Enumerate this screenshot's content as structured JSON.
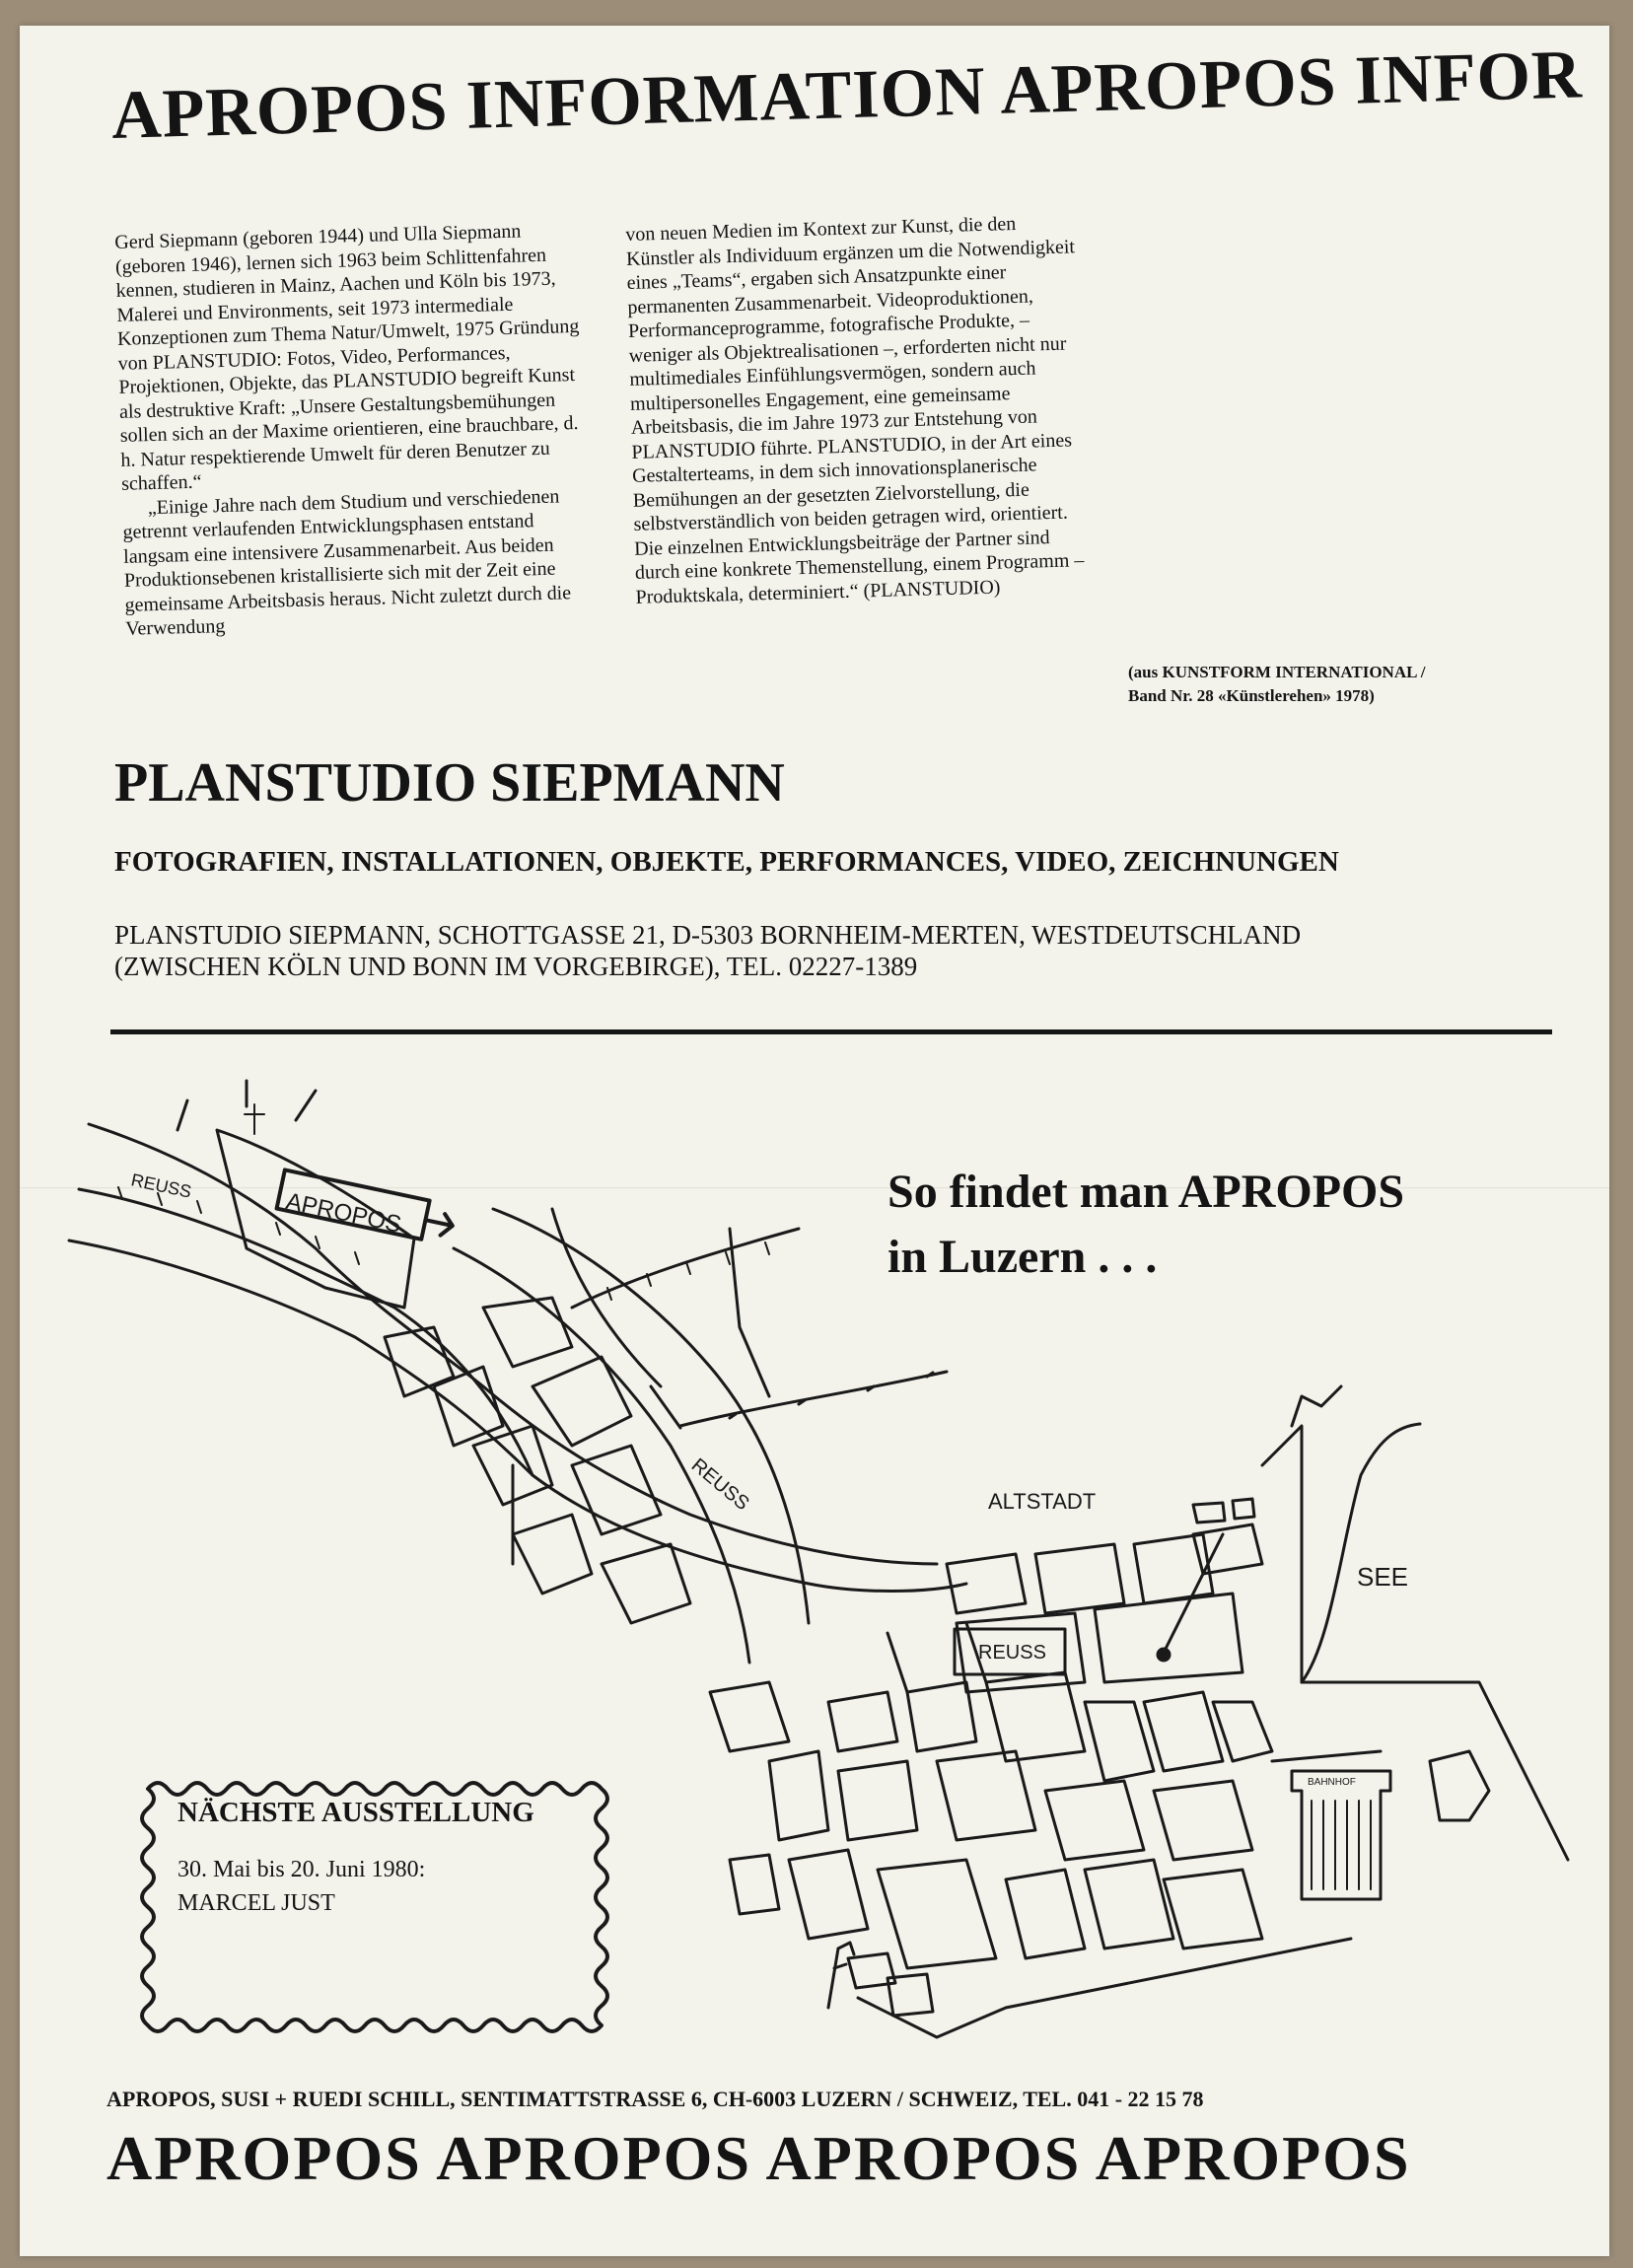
{
  "headline": "APROPOS INFORMATION APROPOS INFOR",
  "column_left": [
    "Gerd Siepmann (geboren 1944) und Ulla Siepmann (geboren 1946), lernen sich 1963 beim Schlittenfahren kennen, studieren in Mainz, Aachen und Köln bis 1973, Malerei und Environments, seit 1973 intermediale Konzeptionen zum Thema Natur/Umwelt, 1975 Gründung von PLANSTUDIO: Fotos, Video, Performances, Projektionen, Objekte, das PLANSTUDIO begreift Kunst als destruktive Kraft: „Unsere Gestaltungsbemühungen sollen sich an der Maxime orientieren, eine brauchbare, d. h. Natur respektierende Umwelt für deren Benutzer zu schaffen.“",
    "„Einige Jahre nach dem Studium und verschiedenen getrennt verlaufenden Entwicklungsphasen entstand langsam eine intensivere Zusammenarbeit. Aus beiden Produktionsebenen kristallisierte sich mit der Zeit eine gemeinsame Arbeitsbasis heraus. Nicht zuletzt durch die Verwendung"
  ],
  "column_right": "von neuen Medien im Kontext zur Kunst, die den Künstler als Individuum ergänzen um die Notwendigkeit eines „Teams“, ergaben sich Ansatzpunkte einer permanenten Zusammenarbeit. Videoproduktionen, Performanceprogramme, fotografische Produkte, – weniger als Objektrealisationen –, erforderten nicht nur multimediales Einfühlungsvermögen, sondern auch multipersonelles Engagement, eine gemeinsame Arbeitsbasis, die im Jahre 1973 zur Entstehung von PLANSTUDIO führte. PLANSTUDIO, in der Art eines Gestalterteams, in dem sich innovationsplanerische Bemühungen an der gesetzten Zielvorstellung, die selbstverständlich von beiden getragen wird, orientiert. Die einzelnen Entwicklungsbeiträge der Partner sind durch eine konkrete Themenstellung, einem Programm – Produktskala, determiniert.“ (PLANSTUDIO)",
  "source_note": [
    "(aus KUNSTFORM INTERNATIONAL /",
    "Band Nr. 28 «Künstlerehen» 1978)"
  ],
  "studio": {
    "title": "PLANSTUDIO SIEPMANN",
    "subtitle": "FOTOGRAFIEN, INSTALLATIONEN, OBJEKTE, PERFORMANCES, VIDEO, ZEICHNUNGEN",
    "address_line1": "PLANSTUDIO SIEPMANN, SCHOTTGASSE 21, D-5303 BORNHEIM-MERTEN, WESTDEUTSCHLAND",
    "address_line2": "(ZWISCHEN KÖLN UND BONN IM VORGEBIRGE), TEL. 02227-1389"
  },
  "map": {
    "tagline": "So findet man APROPOS\nin Luzern . . .",
    "labels": {
      "reuss_left": "REUSS",
      "apropos": "APROPOS",
      "reuss_mid": "REUSS",
      "altstadt": "ALTSTADT",
      "see": "SEE",
      "reuss_box": "REUSS",
      "bahnhof": "BAHNHOF"
    }
  },
  "exhibition": {
    "title": "NÄCHSTE AUSSTELLUNG",
    "dates": "30. Mai bis 20. Juni 1980:",
    "artist": "MARCEL JUST"
  },
  "footer": {
    "address": "APROPOS, SUSI + RUEDI SCHILL, SENTIMATTSTRASSE 6, CH-6003 LUZERN / SCHWEIZ, TEL. 041 - 22 15 78",
    "banner": "APROPOS APROPOS APROPOS APROPOS"
  }
}
